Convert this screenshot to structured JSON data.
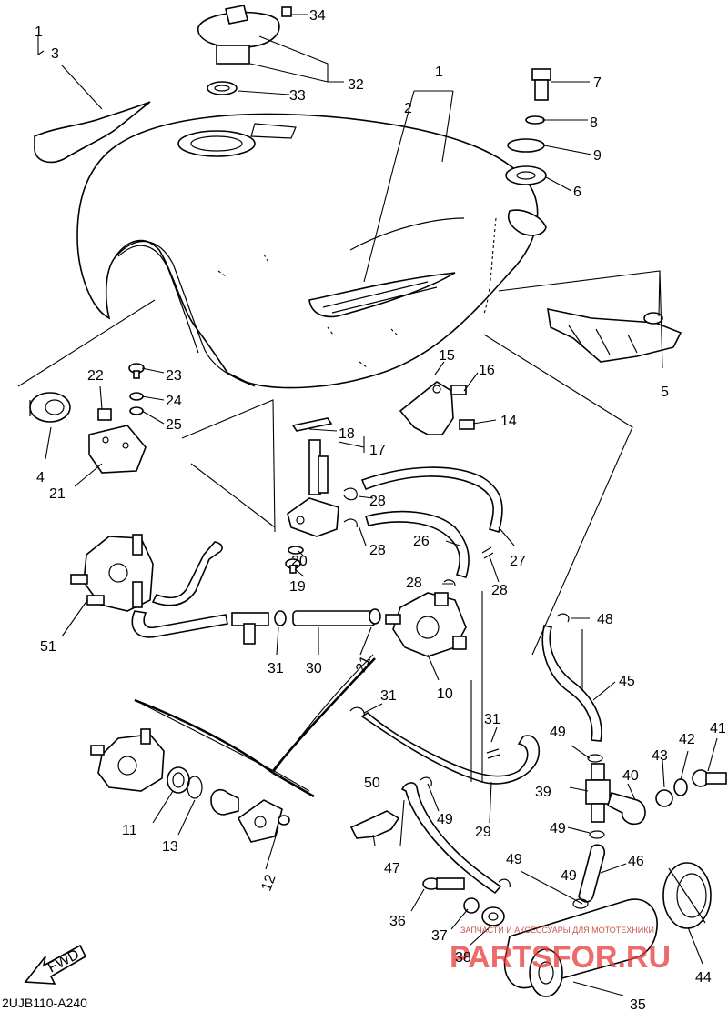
{
  "diagram_code": "2UJB110-A240",
  "fwd_label": "FWD",
  "watermark": {
    "subtitle": "ЗАПЧАСТИ И АКСЕССУАРЫ ДЛЯ МОТОТЕХНИКИ",
    "brand": "PARTSFOR.RU"
  },
  "callouts": [
    "1",
    "2",
    "3",
    "4",
    "5",
    "6",
    "7",
    "8",
    "9",
    "10",
    "11",
    "12",
    "13",
    "14",
    "15",
    "16",
    "17",
    "18",
    "19",
    "20",
    "21",
    "22",
    "23",
    "24",
    "25",
    "26",
    "27",
    "28",
    "29",
    "30",
    "31",
    "32",
    "33",
    "34",
    "35",
    "36",
    "37",
    "38",
    "39",
    "40",
    "41",
    "42",
    "43",
    "44",
    "45",
    "46",
    "47",
    "48",
    "49",
    "50",
    "51",
    "1",
    "21",
    "28",
    "28",
    "28",
    "31",
    "31",
    "49",
    "49",
    "49",
    "49"
  ]
}
